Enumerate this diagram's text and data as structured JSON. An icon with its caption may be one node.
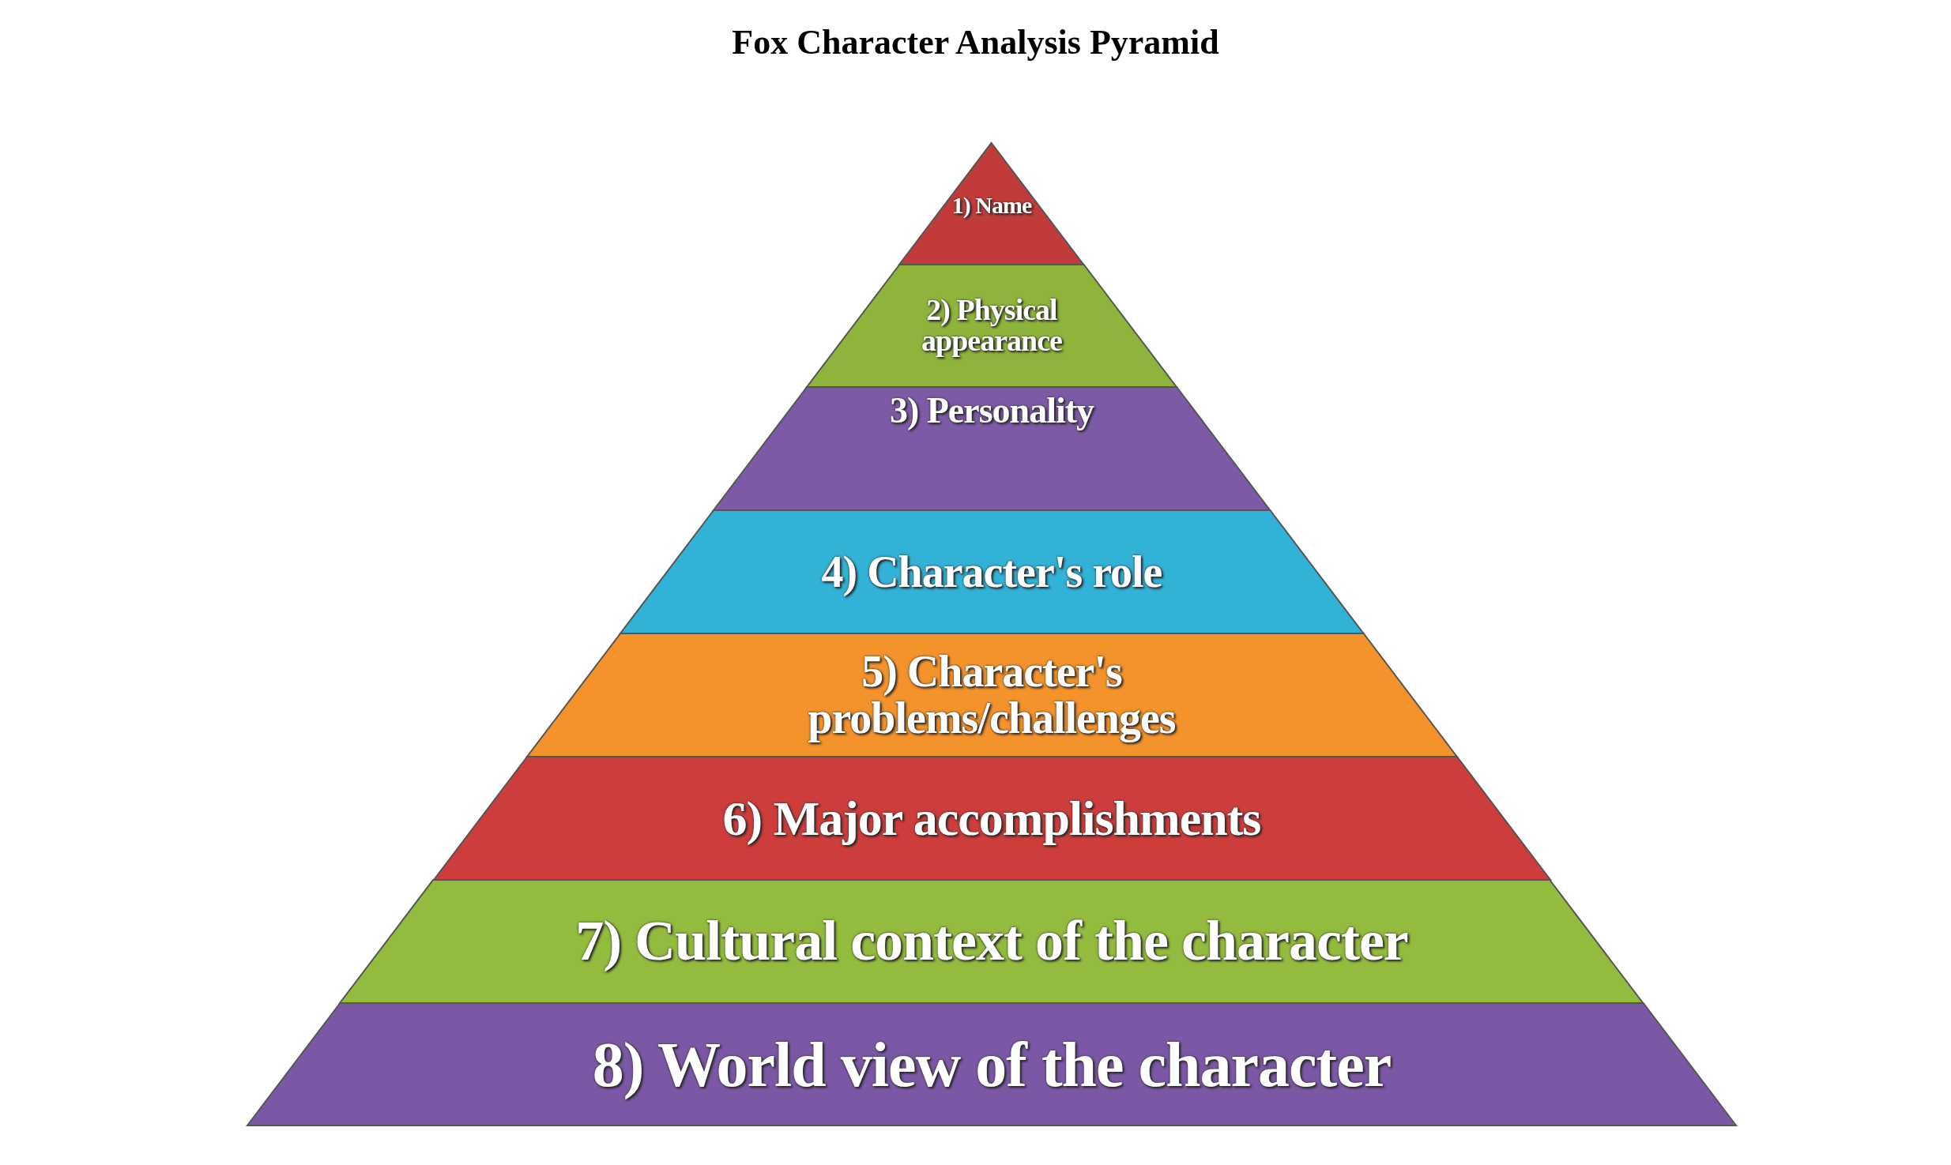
{
  "diagram": {
    "title": "Fox Character Analysis Pyramid",
    "nodes": [
      {
        "text": [
          "1) Name"
        ]
      },
      {
        "text": [
          "2) Physical appearance"
        ]
      },
      {
        "text": [
          "3) Personality"
        ]
      },
      {
        "text": [
          "4) Character's role"
        ]
      },
      {
        "text": [
          "5) Character's problems/challenges"
        ]
      },
      {
        "text": [
          "6) Major accomplishments"
        ]
      },
      {
        "text": [
          "7) Cultural context of the character"
        ]
      },
      {
        "text": [
          "8) World view of the character"
        ]
      }
    ],
    "edges": []
  }
}
